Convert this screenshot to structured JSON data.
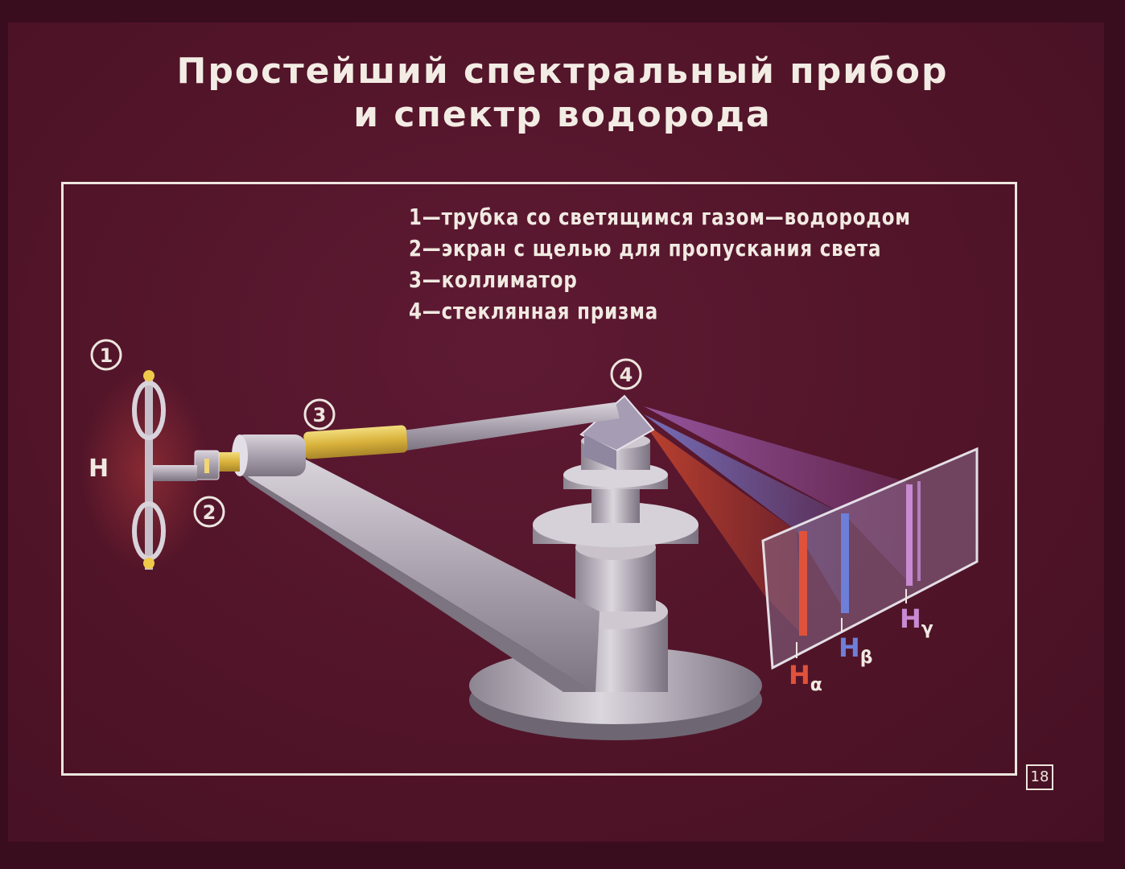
{
  "title": {
    "line1": "Простейший спектральный прибор",
    "line2": "и спектр водорода"
  },
  "legend": [
    "1—трубка со светящимся газом—водородом",
    "2—экран с щелью для пропускания света",
    "3—коллиматор",
    "4—стеклянная призма"
  ],
  "markers": [
    "1",
    "2",
    "3",
    "4"
  ],
  "element_label": "H",
  "spectral_lines": [
    {
      "base": "H",
      "sub": "α",
      "color": "#e0523a"
    },
    {
      "base": "H",
      "sub": "β",
      "color": "#6d7fd8"
    },
    {
      "base": "H",
      "sub": "γ",
      "color": "#c88ad2"
    }
  ],
  "page_number": "18",
  "colors": {
    "background": "#511428",
    "frame": "#ede6df",
    "metal": "#b9b2bb",
    "collimator_tube": "#e3c14d"
  }
}
